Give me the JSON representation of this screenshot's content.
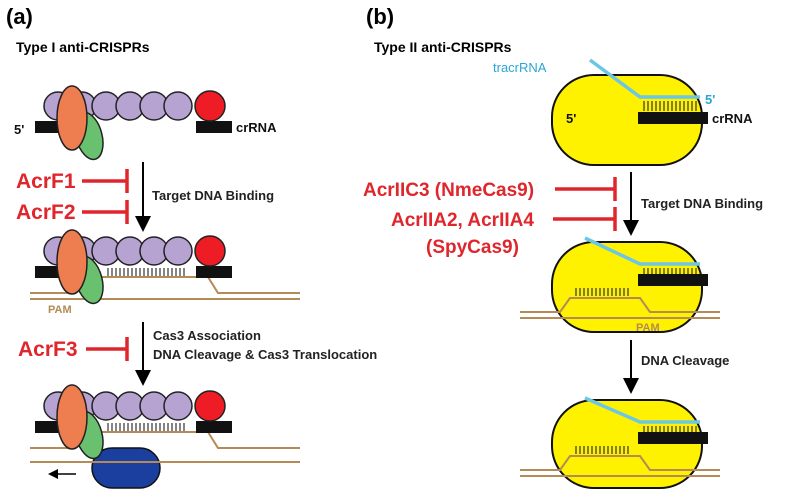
{
  "colors": {
    "inhibitor_red": "#e0262d",
    "cascade_purple": "#b7a3d2",
    "cas_orange": "#ee7d4f",
    "cas_green": "#69c06f",
    "cas_red": "#ee1c25",
    "cas3_blue": "#1a3f9e",
    "cas9_yellow": "#fff200",
    "tracr_blue": "#6cc6e5",
    "dna_tan": "#b48a56"
  },
  "panel_a": {
    "letter": "(a)",
    "title": "Type I anti-CRISPRs",
    "five_prime": "5'",
    "crrna": "crRNA",
    "step1": "Target DNA Binding",
    "step2_line1": "Cas3 Association",
    "step2_line2": "DNA Cleavage & Cas3 Translocation",
    "pam": "PAM",
    "inhibitors": [
      "AcrF1",
      "AcrF2",
      "AcrF3"
    ]
  },
  "panel_b": {
    "letter": "(b)",
    "title": "Type II anti-CRISPRs",
    "tracrrna": "tracrRNA",
    "five_prime_tracr": "5'",
    "five_prime": "5'",
    "crrna": "crRNA",
    "step1": "Target DNA Binding",
    "step2": "DNA Cleavage",
    "pam": "PAM",
    "inhibitors": [
      "AcrIIC3 (NmeCas9)",
      "AcrIIA2, AcrIIA4",
      "(SpyCas9)"
    ]
  }
}
